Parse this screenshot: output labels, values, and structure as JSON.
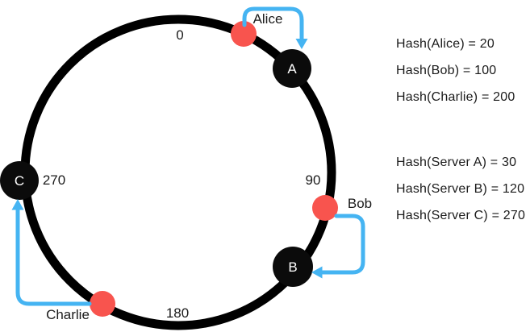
{
  "colors": {
    "ring": "#000000",
    "server_node": "#0b0b0b",
    "key_dot": "#f8544e",
    "arrow": "#45b4f2",
    "label": "#1b1b1b",
    "node_letter": "#ffffff"
  },
  "ring": {
    "ticks": {
      "t0": "0",
      "t90": "90",
      "t180": "180",
      "t270": "270"
    }
  },
  "servers": [
    {
      "label": "A"
    },
    {
      "label": "B"
    },
    {
      "label": "C"
    }
  ],
  "keys": [
    {
      "name": "Alice"
    },
    {
      "name": "Bob"
    },
    {
      "name": "Charlie"
    }
  ],
  "hash_panel": {
    "key_hashes": [
      "Hash(Alice) = 20",
      "Hash(Bob) = 100",
      "Hash(Charlie) = 200"
    ],
    "server_hashes": [
      "Hash(Server A) = 30",
      "Hash(Server B) = 120",
      "Hash(Server C) = 270"
    ]
  }
}
